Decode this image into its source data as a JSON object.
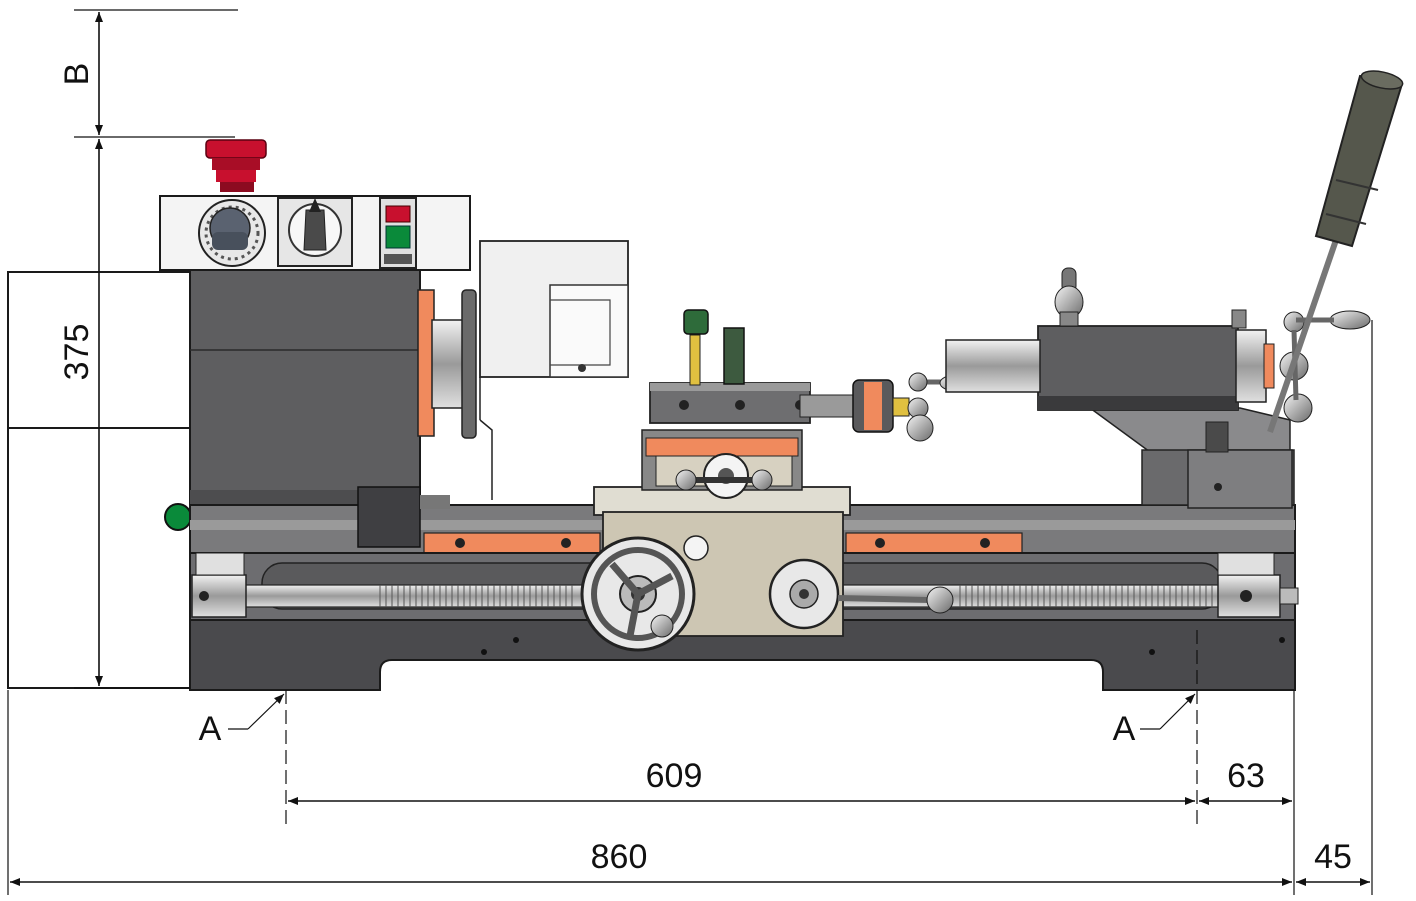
{
  "dimensions": {
    "height_clearance": "B",
    "height_machine": "375",
    "foot_spacing": "609",
    "foot_to_end": "63",
    "overall_length": "860",
    "handle_overhang": "45"
  },
  "callouts": {
    "foot_left": "A",
    "foot_right": "A"
  },
  "colors": {
    "body_gray": "#5e5e60",
    "dark_gray": "#3f3f42",
    "light_gray": "#d9d9d9",
    "orange": "#f08a5d",
    "red": "#c8102e",
    "green": "#0a8a3a",
    "apron_tan": "#cdc6b3"
  }
}
